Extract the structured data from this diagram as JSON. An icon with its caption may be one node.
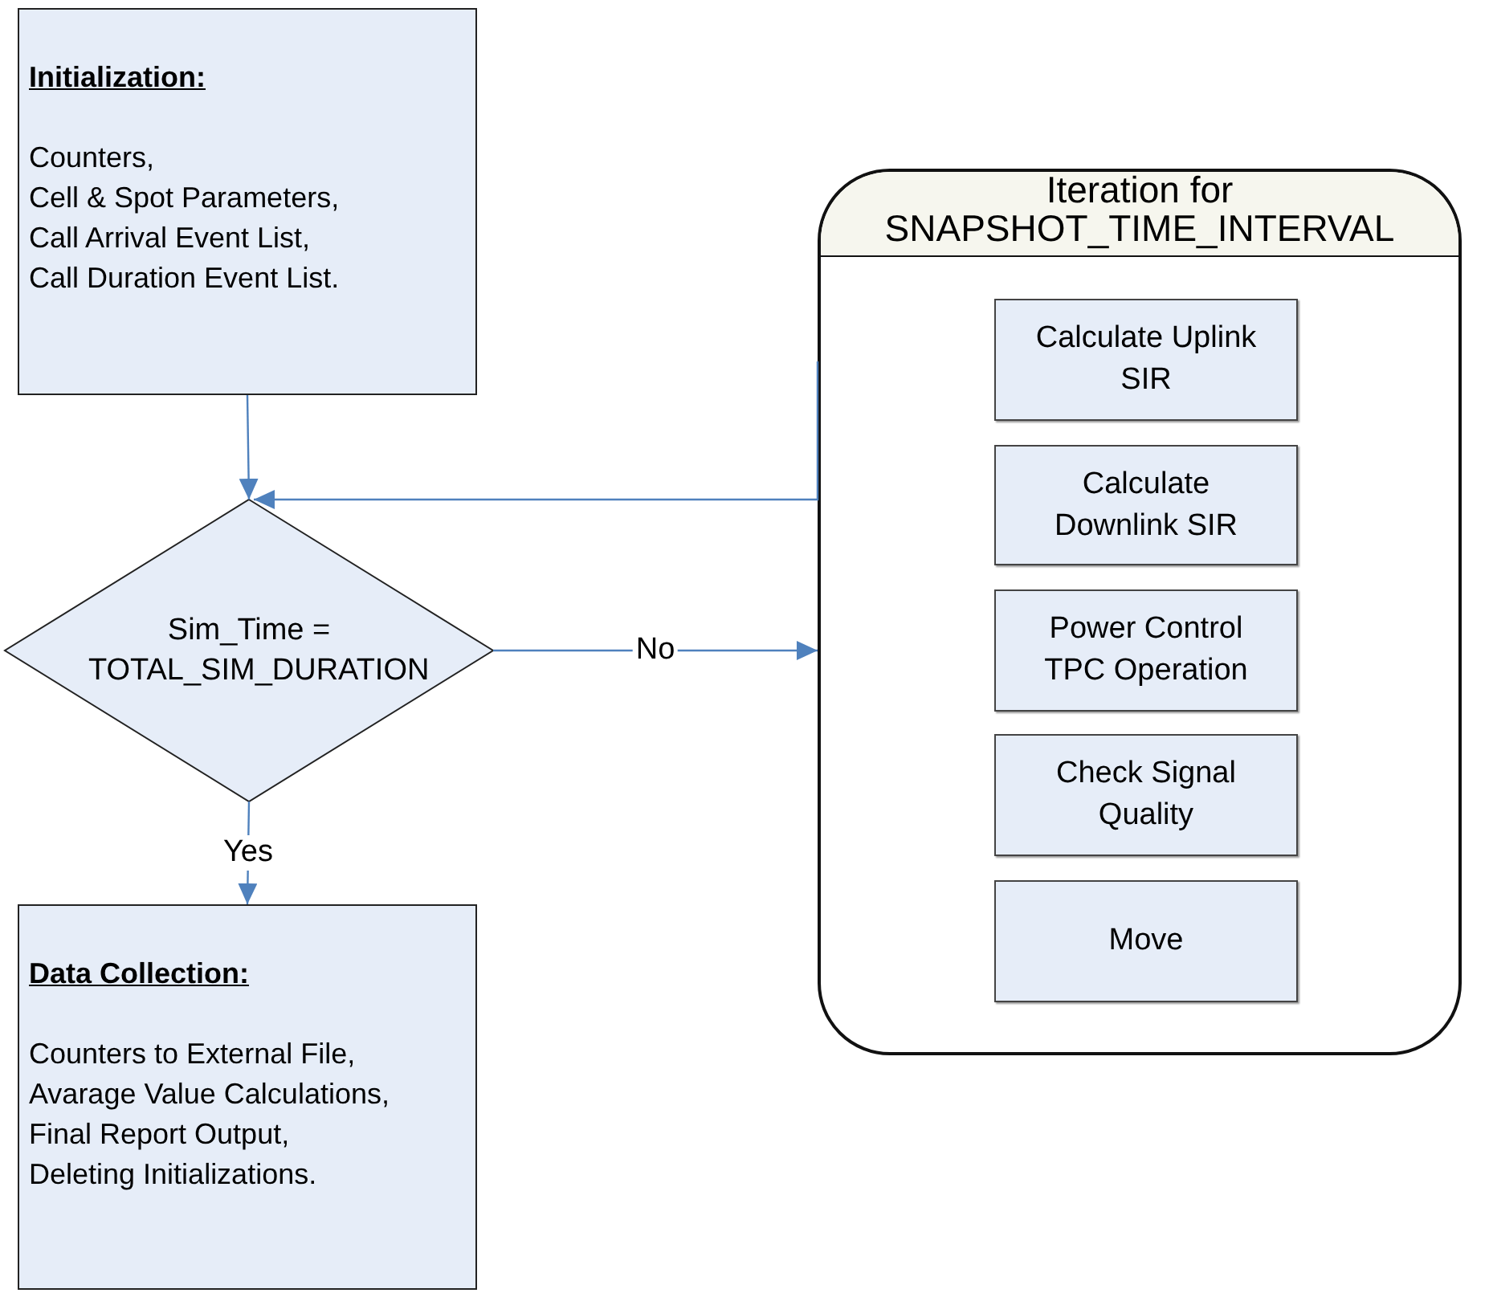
{
  "diagram": {
    "nodes": [
      {
        "text": [
          "Initialization:",
          "Counters,",
          "Cell & Spot Parameters,",
          "Call Arrival Event List,",
          "Call Duration Event List."
        ]
      },
      {
        "text": [
          "Sim_Time = TOTAL_SIM_DURATION"
        ]
      },
      {
        "text": [
          "Data Collection:",
          "Counters to External File,",
          "Avarage Value Calculations,",
          "Final Report Output,",
          "Deleting Initializations."
        ]
      },
      {
        "text": [
          "Iteration for SNAPSHOT_TIME_INTERVAL"
        ]
      },
      {
        "text": [
          "Calculate Uplink SIR"
        ],
        "in": 3
      },
      {
        "text": [
          "Calculate Downlink SIR"
        ],
        "in": 3
      },
      {
        "text": [
          "Power Control TPC Operation"
        ],
        "in": 3
      },
      {
        "text": [
          "Check Signal Quality"
        ],
        "in": 3
      },
      {
        "text": [
          "Move"
        ],
        "in": 3
      }
    ],
    "edges": [
      {
        "from": 0,
        "to": 1,
        "arrow": "to"
      },
      {
        "from": 3,
        "to": 1,
        "arrow": "to"
      },
      {
        "from": 1,
        "to": 3,
        "arrow": "to",
        "label": "No"
      },
      {
        "from": 1,
        "to": 2,
        "arrow": "to",
        "label": "Yes"
      }
    ]
  }
}
